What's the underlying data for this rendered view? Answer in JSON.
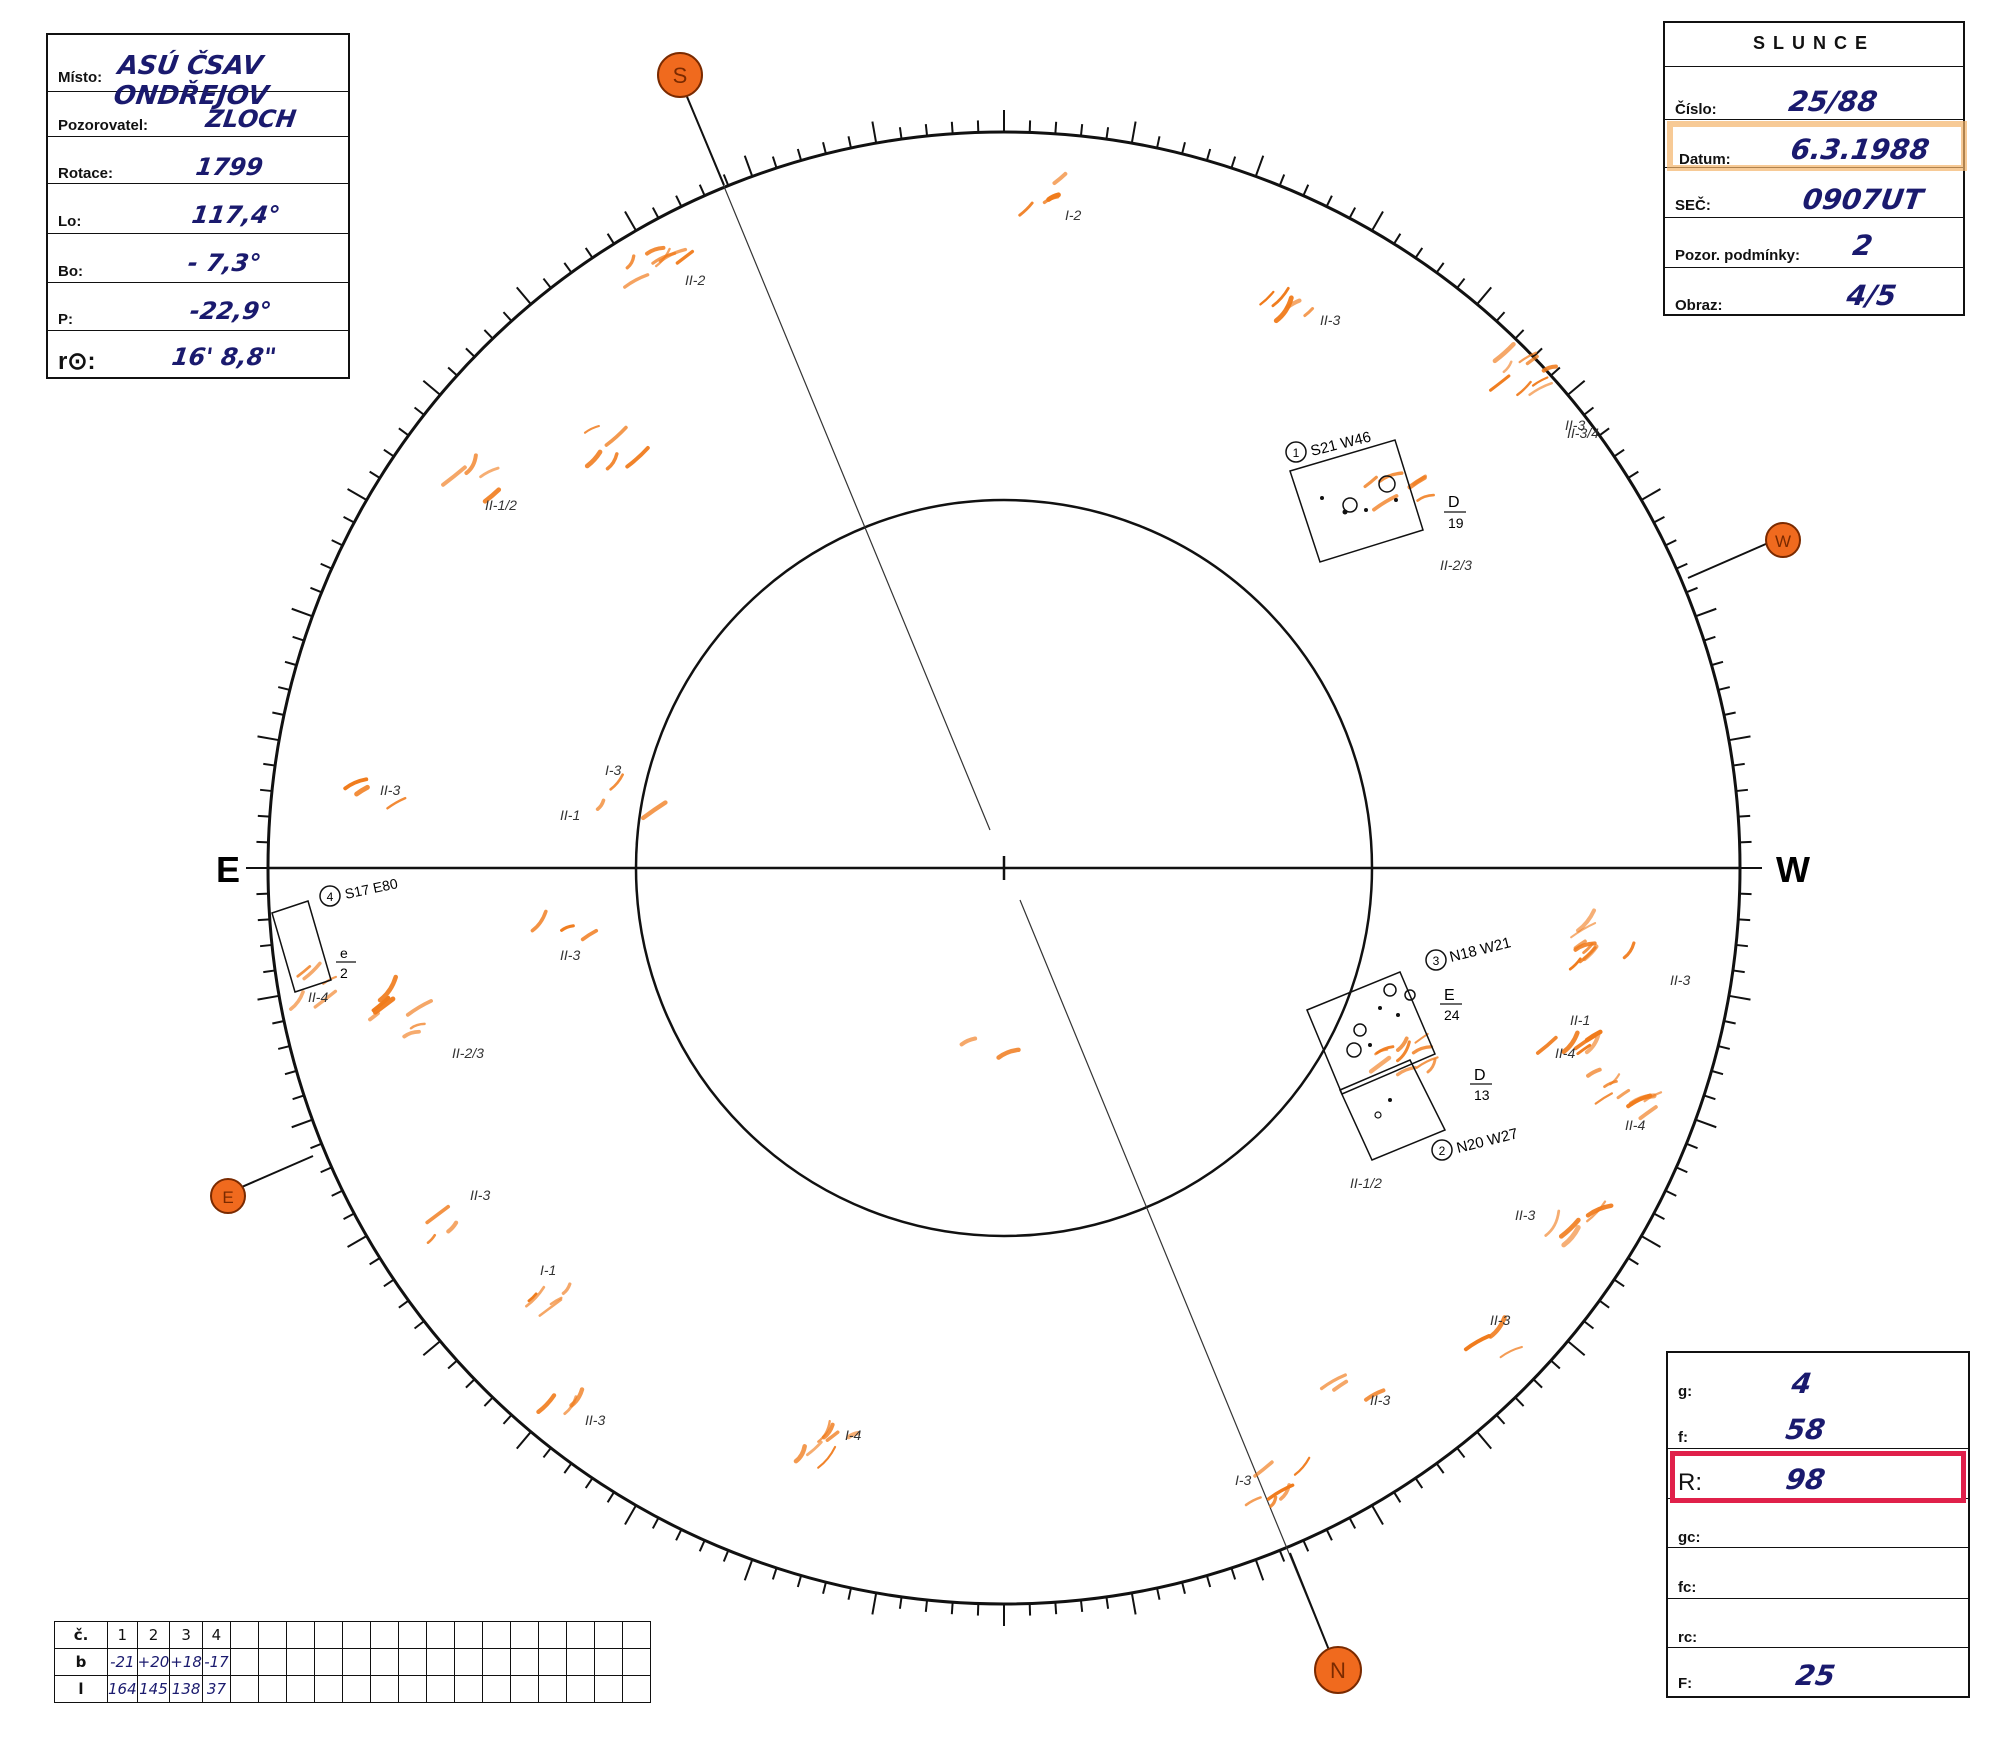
{
  "observation": {
    "misto_label": "Místo:",
    "misto": "ASÚ ČSAV ONDŘEJOV",
    "pozorovatel_label": "Pozorovatel:",
    "pozorovatel": "ZLOCH",
    "rotace_label": "Rotace:",
    "rotace": "1799",
    "lo_label": "Lo:",
    "lo": "117,4°",
    "bo_label": "Bo:",
    "bo": "- 7,3°",
    "p_label": "P:",
    "p": "-22,9°",
    "r_label": "r⊙:",
    "r": "16' 8,8\""
  },
  "header": {
    "title": "SLUNCE",
    "cislo_label": "Číslo:",
    "cislo": "25/88",
    "datum_label": "Datum:",
    "datum": "6.3.1988",
    "sec_label": "SEČ:",
    "sec": "0907UT",
    "pozor_label": "Pozor. podmínky:",
    "pozor": "2",
    "obraz_label": "Obraz:",
    "obraz": "4/5"
  },
  "counts": {
    "g_label": "g:",
    "g": "4",
    "f_label": "f:",
    "f": "58",
    "r_label": "R:",
    "r": "98",
    "gc_label": "gc:",
    "gc": "",
    "fc_label": "fc:",
    "fc": "",
    "rc_label": "rc:",
    "rc": "",
    "F_label": "F:",
    "F": "25"
  },
  "group_table": {
    "row_labels": [
      "č.",
      "b",
      "l"
    ],
    "numbers": [
      "1",
      "2",
      "3",
      "4"
    ],
    "b": [
      "-21",
      "+20",
      "+18",
      "-17"
    ],
    "l": [
      "164",
      "145",
      "138",
      "37"
    ]
  },
  "compass": {
    "east": "E",
    "west": "W",
    "s_marker": "S",
    "w_marker": "W",
    "e_marker": "E",
    "n_marker": "N"
  },
  "groups": {
    "g1": "S21 W46",
    "g1_num": "1",
    "g1_class": "D",
    "g1_size": "19",
    "g2": "N20 W27",
    "g2_num": "2",
    "g2_class": "D",
    "g2_size": "13",
    "g3": "N18 W21",
    "g3_num": "3",
    "g3_class": "E",
    "g3_size": "24",
    "g4": "S17 E80",
    "g4_num": "4",
    "g4_class": "e",
    "g4_size": "2"
  },
  "faculae_labels": [
    "I-2",
    "II-2",
    "II-3",
    "II-3",
    "II-1/2",
    "II-3/4",
    "II-2/3",
    "I-3",
    "II-1",
    "II-3",
    "II-3",
    "II-4",
    "II-2/3",
    "II-1",
    "II-4",
    "II-4",
    "II-3",
    "II-3",
    "I-1",
    "II-3",
    "II-3",
    "I-4",
    "II-3",
    "I-3",
    "II-1/2",
    "II-3"
  ],
  "colors": {
    "sun_marker": "#f06a1e",
    "faculae": "#f07a1a",
    "ink": "#1a1a6e",
    "highlight_red": "#e0204a",
    "highlight_orange": "#f4b46a"
  }
}
